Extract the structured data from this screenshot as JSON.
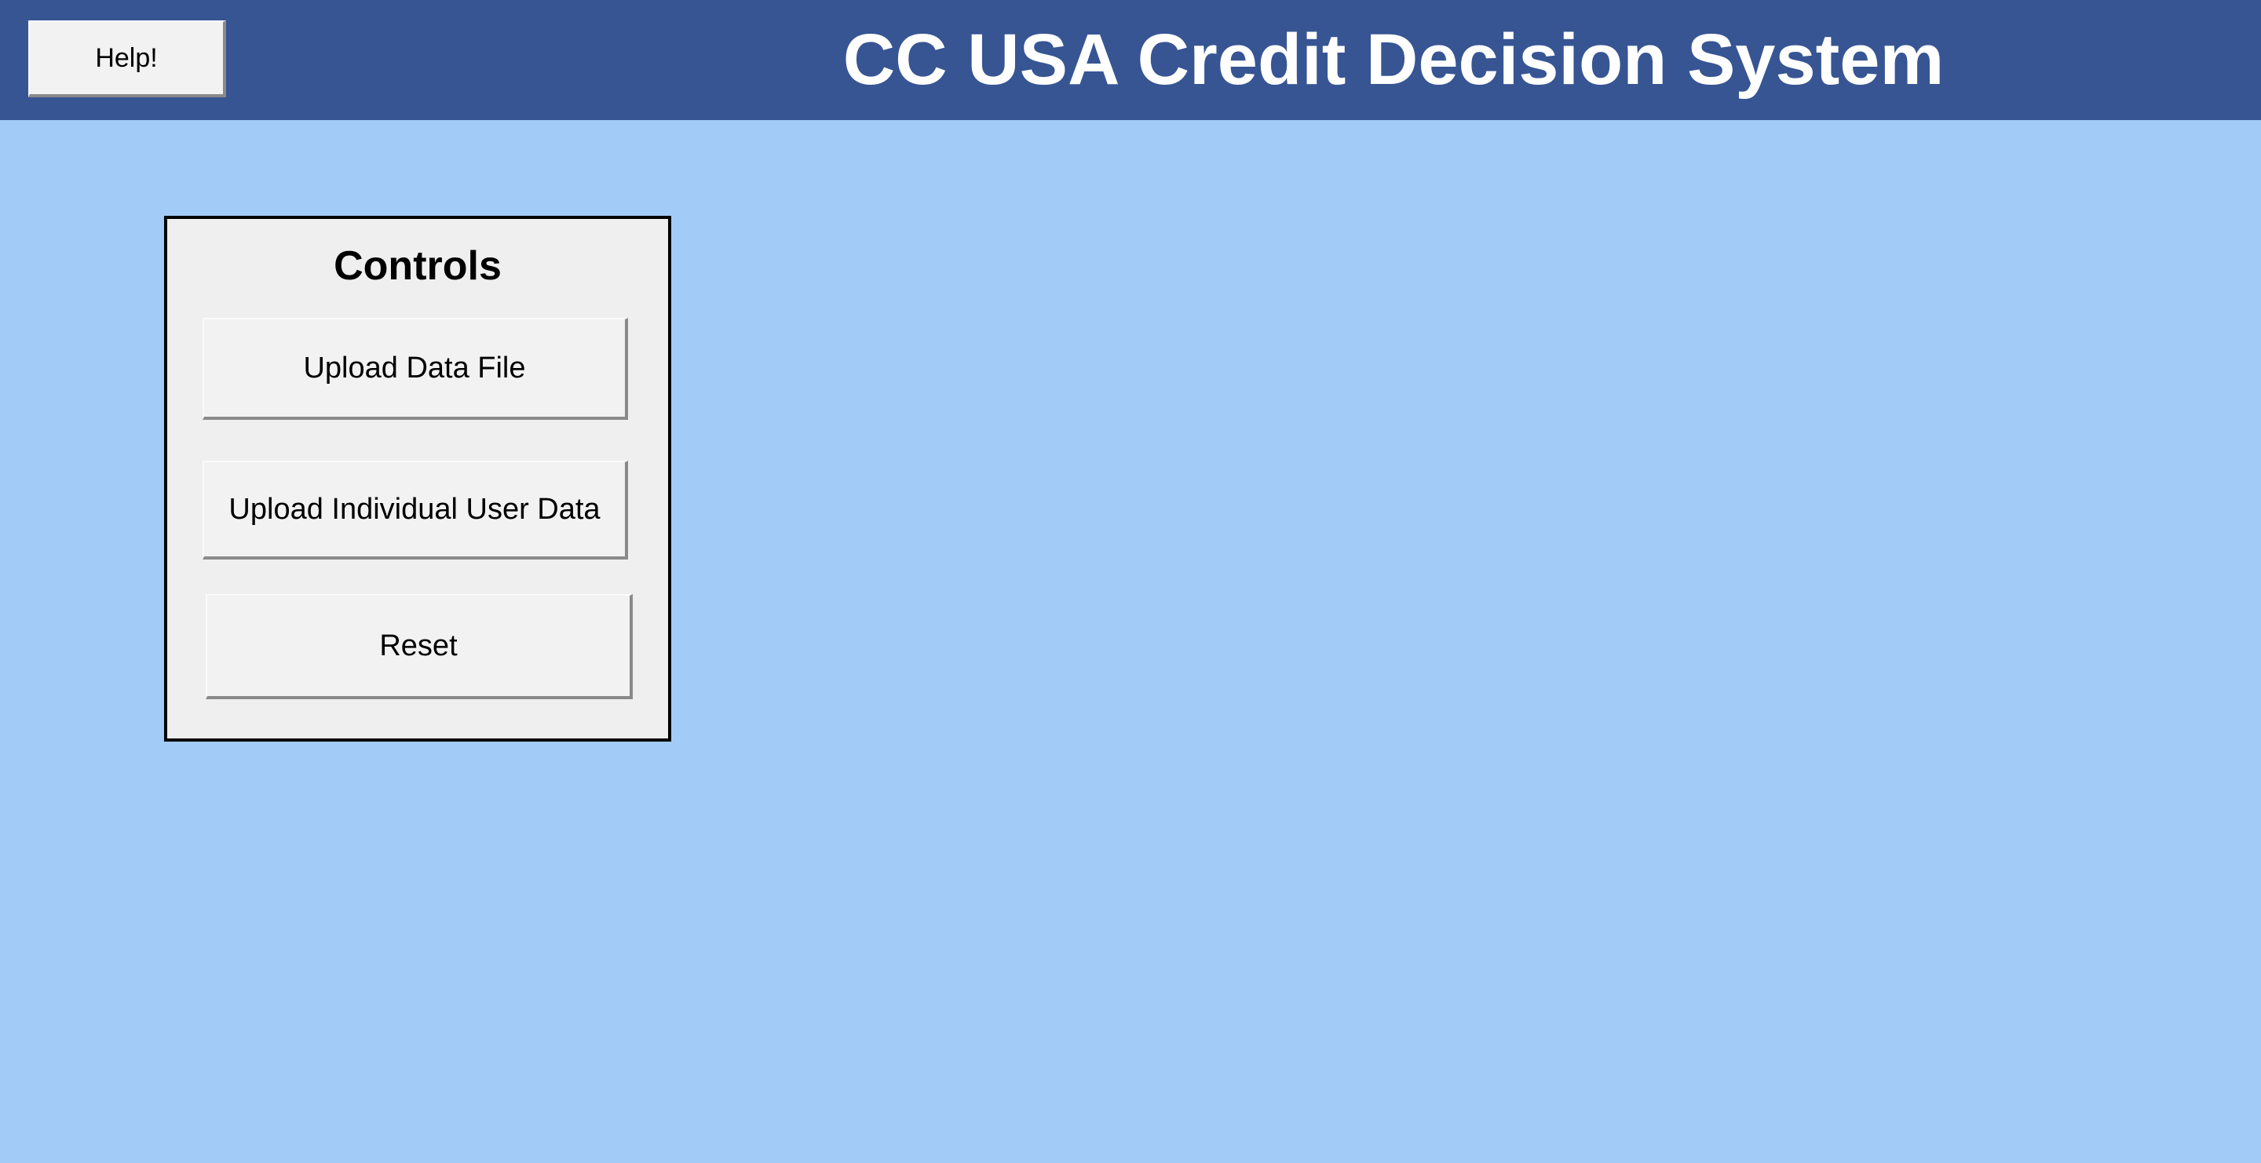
{
  "header": {
    "help_label": "Help!",
    "title": "CC USA Credit Decision System"
  },
  "controls": {
    "title": "Controls",
    "buttons": [
      {
        "label": "Upload Data File"
      },
      {
        "label": "Upload Individual User Data"
      },
      {
        "label": "Reset"
      }
    ]
  },
  "colors": {
    "header_bg": "#375593",
    "page_bg": "#a2cbf8",
    "panel_bg": "#efefef",
    "button_bg": "#f2f2f2",
    "title_text": "#ffffff"
  }
}
